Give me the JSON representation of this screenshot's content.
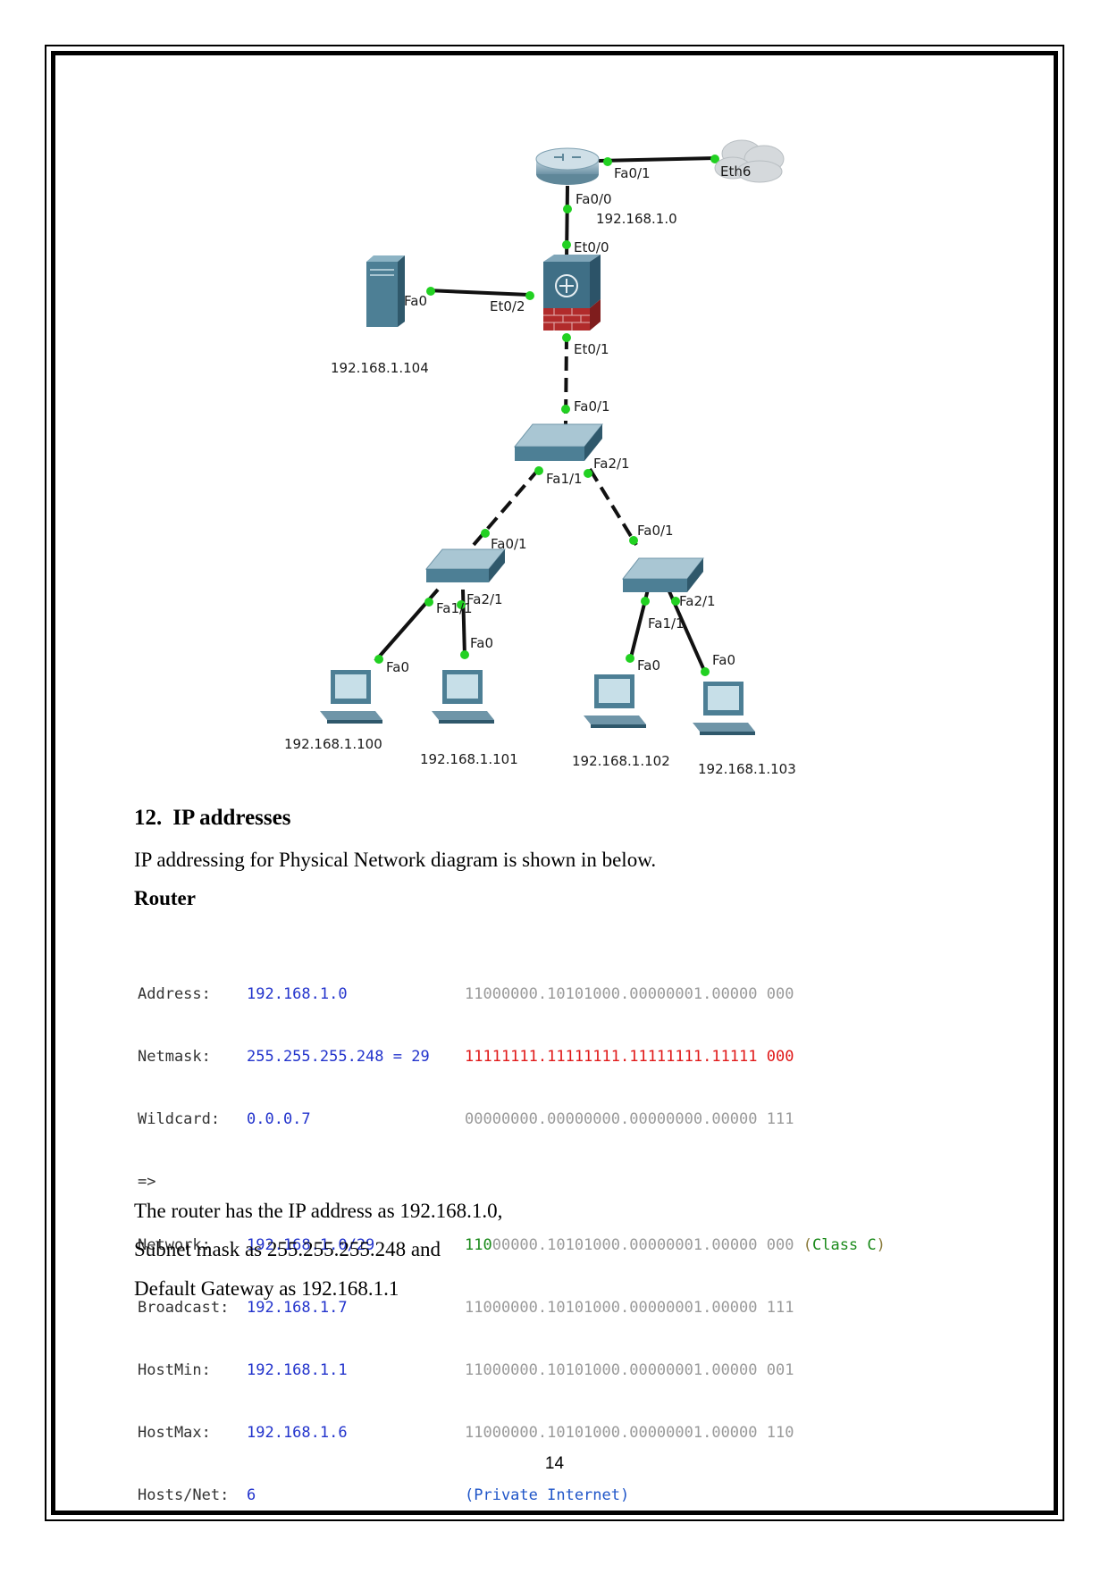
{
  "diagram": {
    "labels": {
      "r_fa01": "Fa0/1",
      "cloud_eth6": "Eth6",
      "r_fa00": "Fa0/0",
      "link_ip": "192.168.1.0",
      "fw_et00": "Et0/0",
      "srv_fa0": "Fa0",
      "fw_et02": "Et0/2",
      "fw_et01": "Et0/1",
      "sw1_fa01": "Fa0/1",
      "sw1_fa11": "Fa1/1",
      "sw1_fa21": "Fa2/1",
      "sw2_fa01": "Fa0/1",
      "sw2_fa11": "Fa1/1",
      "sw2_fa21": "Fa2/1",
      "sw3_fa01": "Fa0/1",
      "sw3_fa11": "Fa1/1",
      "sw3_fa21": "Fa2/1",
      "pc100_fa0": "Fa0",
      "pc101_fa0": "Fa0",
      "pc102_fa0": "Fa0",
      "pc103_fa0": "Fa0"
    },
    "ips": {
      "server": "192.168.1.104",
      "pc100": "192.168.1.100",
      "pc101": "192.168.1.101",
      "pc102": "192.168.1.102",
      "pc103": "192.168.1.103"
    }
  },
  "section": {
    "number": "12.",
    "title": "IP addresses",
    "intro": "IP addressing for Physical Network diagram is shown in below.",
    "subheading": "Router"
  },
  "calculator": {
    "address": {
      "key": "Address:",
      "value": "192.168.1.0",
      "binary": "11000000.10101000.00000001.00000 000"
    },
    "netmask": {
      "key": "Netmask:",
      "value": "255.255.255.248 = 29",
      "binary": "11111111.11111111.11111111.11111 000"
    },
    "wildcard": {
      "key": "Wildcard:",
      "value": "0.0.0.7",
      "binary": "00000000.00000000.00000000.00000 111"
    },
    "arrow": "=>",
    "network": {
      "key": "Network:",
      "value": "192.168.1.0/29",
      "binary_green": "110",
      "binary_rest": "00000.10101000.00000001.00000 000",
      "class": "(Class C)"
    },
    "broadcast": {
      "key": "Broadcast:",
      "value": "192.168.1.7",
      "binary": "11000000.10101000.00000001.00000 111"
    },
    "hostmin": {
      "key": "HostMin:",
      "value": "192.168.1.1",
      "binary": "11000000.10101000.00000001.00000 001"
    },
    "hostmax": {
      "key": "HostMax:",
      "value": "192.168.1.6",
      "binary": "11000000.10101000.00000001.00000 110"
    },
    "hosts": {
      "key": "Hosts/Net:",
      "value": "6",
      "note": "(Private Internet)"
    }
  },
  "summary": {
    "line1": "The router has the IP address as 192.168.1.0,",
    "line2": "Subnet mask as 255.255.255.248 and",
    "line3": "Default Gateway as 192.168.1.1"
  },
  "page_number": "14"
}
